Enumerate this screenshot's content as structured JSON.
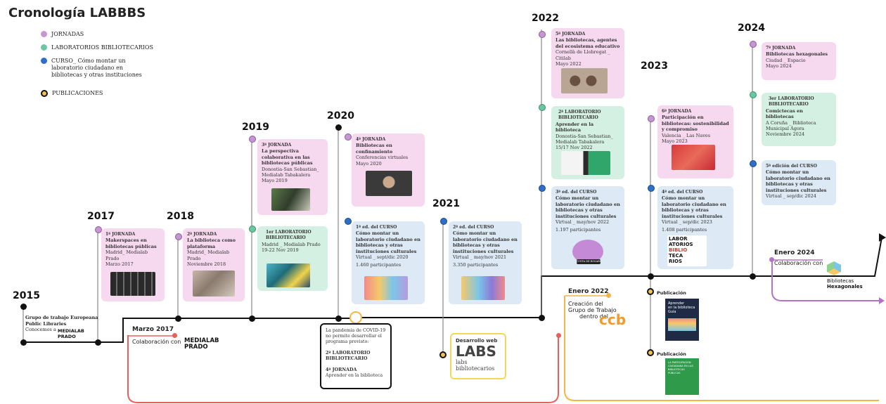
{
  "title": "Cronología LABBBS",
  "legend": [
    {
      "label": "JORNADAS",
      "color": "#c596d2"
    },
    {
      "label": "LABORATORIOS BIBLIOTECARIOS",
      "color": "#69c7a1"
    },
    {
      "label": "CURSO_ Cómo montar un laboratorio ciudadano en bibliotecas y otras instituciones",
      "color": "#2f6ec6"
    },
    {
      "label": "PUBLICACIONES",
      "color": "#f2c24c"
    }
  ],
  "years": [
    "2015",
    "2017",
    "2018",
    "2019",
    "2020",
    "2021",
    "2022",
    "2023",
    "2024"
  ],
  "start": {
    "l1": "Grupo de trabajo Europeana",
    "l2": "Public Libraries",
    "l3": "Conocemos a",
    "logo1": "MEDIALAB",
    "logo2": "PRADO"
  },
  "cards": {
    "j1": {
      "h": "1ª JORNADA",
      "t": "Makerspaces en bibliotecas públicas",
      "p": "Madrid_ Medialab Prado",
      "d": "Marzo 2017"
    },
    "j2": {
      "h": "2ª JORNADA",
      "t": "La biblioteca como plataforma",
      "p": "Madrid_ Medialab Prado",
      "d": "Noviembre 2018"
    },
    "j3": {
      "h": "3ª JORNADA",
      "t": "La perspectiva colaborativa en las bibliotecas públicas",
      "p": "Donostia-San Sebastian_ Medialab Tabakalera",
      "d": "Mayo 2019"
    },
    "l1": {
      "h": "1er LABORATORIO BIBLIOTECARIO",
      "p": "Madrid _ Medialab Prado",
      "d": "19-22 Nov 2019"
    },
    "j4": {
      "h": "4ª JORNADA",
      "t": "Bibliotecas en confinamiento",
      "p": "Conferencias virtuales",
      "d": "Mayo 2020"
    },
    "c1": {
      "h": "1ª ed. del CURSO",
      "t": "Cómo montar un laboratorio ciudadano en bibliotecas y otras instituciones culturales",
      "p": "Virtual _ sept/dic 2020",
      "d": "1.460 participantes"
    },
    "c2": {
      "h": "2ª ed. del CURSO",
      "t": "Cómo montar un laboratorio ciudadano en bibliotecas y otras instituciones culturales",
      "p": "Virtual _ may/nov 2021",
      "d": "3.350 participantes"
    },
    "j5": {
      "h": "5ª JORNADA",
      "t": "Las bibliotecas, agentes del ecosistema educativo",
      "p": "Cornellà de Llobregat _ Citilab",
      "d": "Mayo 2022"
    },
    "l2": {
      "h": "2ª LABORATORIO BIBLIOTECARIO",
      "t": "Aprender en la biblioteca",
      "p": "Donostia-San Sebastian_ Medialab Tabakalera",
      "d": "15/17 Nov 2022"
    },
    "c3": {
      "h": "3ª ed. del CURSO",
      "t": "Cómo montar un laboratorio ciudadano en bibliotecas y otras instituciones culturales",
      "p": "Virtual _ may/nov 2022",
      "d": "1.197 participantes"
    },
    "j6": {
      "h": "6ª JORNADA",
      "t": "Participación en bibliotecas: sostenibilidad y compromiso",
      "p": "Valencia _ Las Naves",
      "d": "Mayo 2023"
    },
    "c4": {
      "h": "4ª ed. del CURSO",
      "t": "Cómo montar un laboratorio ciudadano en bibliotecas y otras instituciones culturales",
      "p": "Virtual _ sep/dic 2023",
      "d": "1.408 participantes"
    },
    "j7": {
      "h": "7ª JORNADA",
      "t": "Bibliotecas hexagonales",
      "p": "Ciudad _ Espacio",
      "d": "Mayo 2024"
    },
    "l3": {
      "h": "3er LABORATORIO BIBLIOTECARIO",
      "t": "Comictecas en bibliotecas",
      "p": "A Coruña _ Biblioteca Municipal Ágora",
      "d": "Noviembre 2024"
    },
    "c5": {
      "h": "5ª edición del CURSO",
      "t": "Cómo montar un laboratorio ciudadano en bibliotecas y otras instituciones culturales",
      "p": "Virtual _ sep/dic 2024"
    }
  },
  "covid": {
    "l1": "La pandemia de COVID-19",
    "l2": "no permite desarrollar el",
    "l3": "programa previsto:",
    "l4": "2ª LABORATORIO",
    "l5": "BIBLIOTECARIO",
    "l6": "4ª JORNADA",
    "l7": "Aprender en la biblioteca"
  },
  "web": {
    "head": "Desarrollo web",
    "logo": "LABS",
    "sub1": "labs",
    "sub2": "bibliotecarios"
  },
  "branches": {
    "b2017": {
      "date": "Marzo 2017",
      "text": "Colaboración con",
      "logo1": "MEDIALAB",
      "logo2": "PRADO"
    },
    "b2022": {
      "date": "Enero 2022",
      "l1": "Creación del",
      "l2": "Grupo de Trabajo",
      "l3": "dentro del",
      "logo": "ccb"
    },
    "b2024": {
      "date": "Enero 2024",
      "text": "Colaboración con",
      "logo1": "Bibliotecas",
      "logo2": "Hexagonales"
    }
  },
  "pubs": {
    "p1": {
      "label": "Publicación",
      "cover1": "Aprender",
      "cover2": "en la biblioteca",
      "cover3": "Guía"
    },
    "p2": {
      "label": "Publicación",
      "cover1": "LA PARTICIPACIÓN",
      "cover2": "CIUDADANA EN LAS",
      "cover3": "BIBLIOTECAS PÚBLICAS"
    }
  },
  "images": {
    "c3sticker": "JUNTA DE ROSARIO",
    "c4logo1": "LABOR",
    "c4logo2": "ATORIOS",
    "c4logo3": "BIBLIO",
    "c4logo4": "TECA",
    "c4logo5": "RIOS"
  },
  "colors": {
    "pink": "#f7d9ef",
    "green": "#d4f0e2",
    "blue": "#dde9f4",
    "red": "#e8605a",
    "orange": "#f6b444",
    "purple": "#b672c9"
  }
}
